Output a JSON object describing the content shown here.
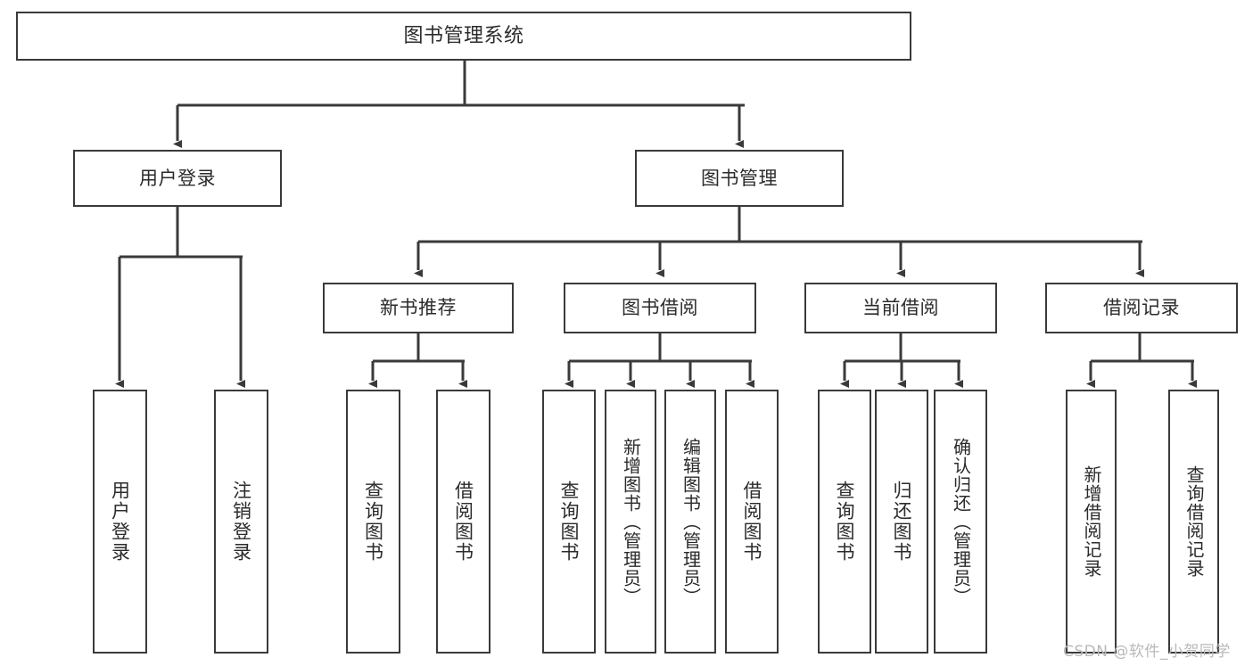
{
  "diagram": {
    "title": "图书管理系统",
    "type": "tree",
    "stroke_color": "#3a3a3a",
    "background_color": "#ffffff",
    "nodes": {
      "root": {
        "label": "图书管理系统"
      },
      "level1": [
        {
          "label": "用户登录"
        },
        {
          "label": "图书管理"
        }
      ],
      "level2": [
        {
          "label": "新书推荐"
        },
        {
          "label": "图书借阅"
        },
        {
          "label": "当前借阅"
        },
        {
          "label": "借阅记录"
        }
      ],
      "leaves_user_login": [
        {
          "label": "用户登录"
        },
        {
          "label": "注销登录"
        }
      ],
      "leaves_new_book": [
        {
          "label": "查询图书"
        },
        {
          "label": "借阅图书"
        }
      ],
      "leaves_borrow": [
        {
          "label": "查询图书"
        },
        {
          "label": "新增图书（管理员）"
        },
        {
          "label": "编辑图书（管理员）"
        },
        {
          "label": "借阅图书"
        }
      ],
      "leaves_current": [
        {
          "label": "查询图书"
        },
        {
          "label": "归还图书"
        },
        {
          "label": "确认归还（管理员）"
        }
      ],
      "leaves_records": [
        {
          "label": "新增借阅记录"
        },
        {
          "label": "查询借阅记录"
        }
      ]
    }
  },
  "watermark": {
    "text": "CSDN @软件_小贺同学"
  }
}
